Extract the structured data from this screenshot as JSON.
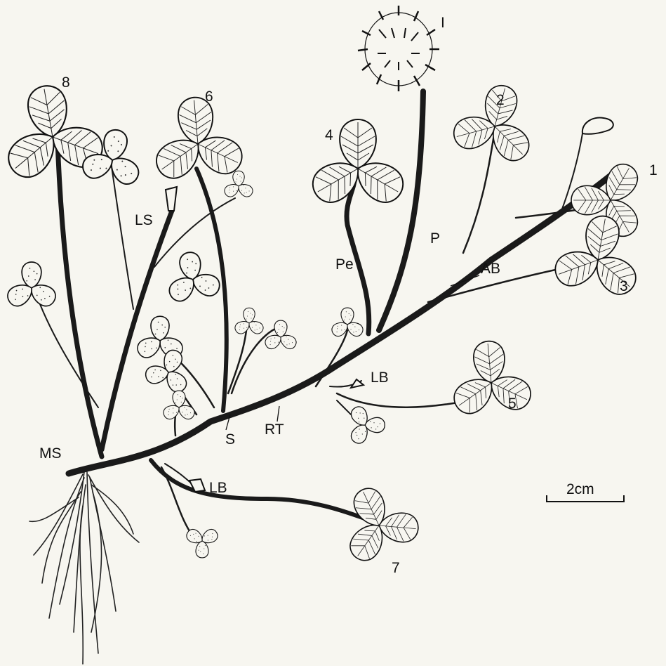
{
  "figure": {
    "background": "#f7f6f0",
    "ink": "#111111",
    "labels": {
      "inflorescence": "I",
      "leaf_1": "1",
      "leaf_2": "2",
      "leaf_3": "3",
      "leaf_4": "4",
      "leaf_5": "5",
      "leaf_6": "6",
      "leaf_7": "7",
      "leaf_8": "8",
      "peduncle": "P",
      "petiole": "Pe",
      "axillary_bud": "AB",
      "lateral_branch_upper": "LB",
      "lateral_branch_lower": "LB",
      "lateral_stolon": "LS",
      "main_stolon": "MS",
      "stipule": "S",
      "root_tip": "RT"
    },
    "scale_bar": {
      "label": "2cm"
    }
  }
}
